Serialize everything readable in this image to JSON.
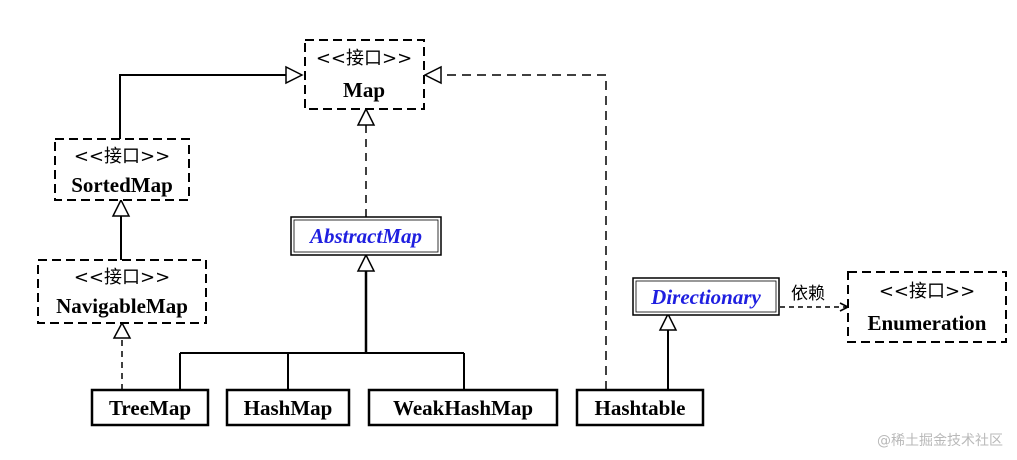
{
  "nodes": {
    "map": {
      "stereotype": "<<接口>>",
      "name": "Map"
    },
    "sorted_map": {
      "stereotype": "<<接口>>",
      "name": "SortedMap"
    },
    "navigable_map": {
      "stereotype": "<<接口>>",
      "name": "NavigableMap"
    },
    "abstract_map": {
      "name": "AbstractMap"
    },
    "directionary": {
      "name": "Directionary"
    },
    "enumeration": {
      "stereotype": "<<接口>>",
      "name": "Enumeration"
    },
    "tree_map": {
      "name": "TreeMap"
    },
    "hash_map": {
      "name": "HashMap"
    },
    "weak_hash_map": {
      "name": "WeakHashMap"
    },
    "hashtable": {
      "name": "Hashtable"
    }
  },
  "edges": {
    "dependency_label": "依赖"
  },
  "colors": {
    "abstract_text": "#1f1fe0",
    "line": "#000000",
    "watermark": "#b9b9b9"
  },
  "watermark": "@稀土掘金技术社区"
}
